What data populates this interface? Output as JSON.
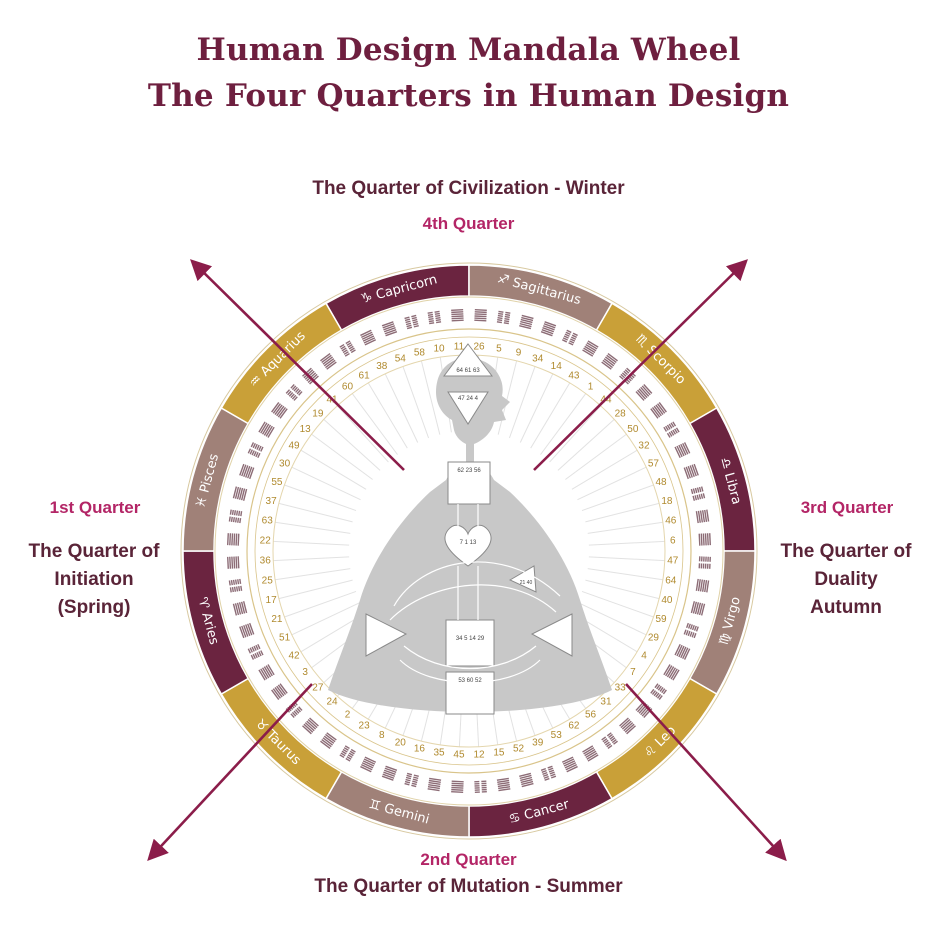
{
  "title": {
    "line1": "Human Design Mandala Wheel",
    "line2": "The Four Quarters in Human Design"
  },
  "quarters": {
    "q4": {
      "name": "4th Quarter",
      "desc": "The Quarter of Civilization - Winter"
    },
    "q2": {
      "name": "2nd Quarter",
      "desc": "The Quarter of Mutation - Summer"
    },
    "q1": {
      "name": "1st Quarter",
      "desc_lines": [
        "The Quarter of",
        "Initiation",
        "(Spring)"
      ]
    },
    "q3": {
      "name": "3rd Quarter",
      "desc_lines": [
        "The Quarter of",
        "Duality",
        "Autumn"
      ]
    }
  },
  "zodiac": [
    {
      "name": "Capricorn",
      "symbol": "♑",
      "color": "#6b2440"
    },
    {
      "name": "Sagittarius",
      "symbol": "♐",
      "color": "#a08178"
    },
    {
      "name": "Scorpio",
      "symbol": "♏",
      "color": "#c9a038"
    },
    {
      "name": "Libra",
      "symbol": "♎",
      "color": "#6b2440"
    },
    {
      "name": "Virgo",
      "symbol": "♍",
      "color": "#a08178"
    },
    {
      "name": "Leo",
      "symbol": "♌",
      "color": "#c9a038"
    },
    {
      "name": "Cancer",
      "symbol": "♋",
      "color": "#6b2440"
    },
    {
      "name": "Gemini",
      "symbol": "♊",
      "color": "#a08178"
    },
    {
      "name": "Taurus",
      "symbol": "♉",
      "color": "#c9a038"
    },
    {
      "name": "Aries",
      "symbol": "♈",
      "color": "#6b2440"
    },
    {
      "name": "Pisces",
      "symbol": "♓",
      "color": "#a08178"
    },
    {
      "name": "Aquarius",
      "symbol": "♒",
      "color": "#c9a038"
    }
  ],
  "gates": [
    "10",
    "11",
    "26",
    "5",
    "9",
    "34",
    "14",
    "43",
    "1",
    "44",
    "28",
    "50",
    "32",
    "57",
    "48",
    "18",
    "46",
    "6",
    "47",
    "64",
    "40",
    "59",
    "29",
    "4",
    "7",
    "33",
    "31",
    "56",
    "62",
    "53",
    "39",
    "52",
    "15",
    "12",
    "45",
    "35",
    "16",
    "20",
    "8",
    "23",
    "2",
    "24",
    "27",
    "3",
    "42",
    "51",
    "21",
    "17",
    "25",
    "36",
    "22",
    "63",
    "37",
    "55",
    "30",
    "49",
    "13",
    "19",
    "41",
    "60",
    "61",
    "38",
    "54",
    "58"
  ],
  "bodygraph_labels": {
    "head": "64 61 63",
    "ajna": "47 24 4",
    "throat": "62 23 56",
    "g": "7 1 13",
    "heart": "21 40",
    "sacral": "34 5 14 29",
    "root": "53 60 52"
  },
  "colors": {
    "title": "#6e1f3f",
    "arrow": "#8b1d4a",
    "accent_pink": "#b32566",
    "gold": "#c9a038",
    "maroon": "#6b2440",
    "taupe": "#a08178",
    "body_gray": "#c8c8c8"
  }
}
